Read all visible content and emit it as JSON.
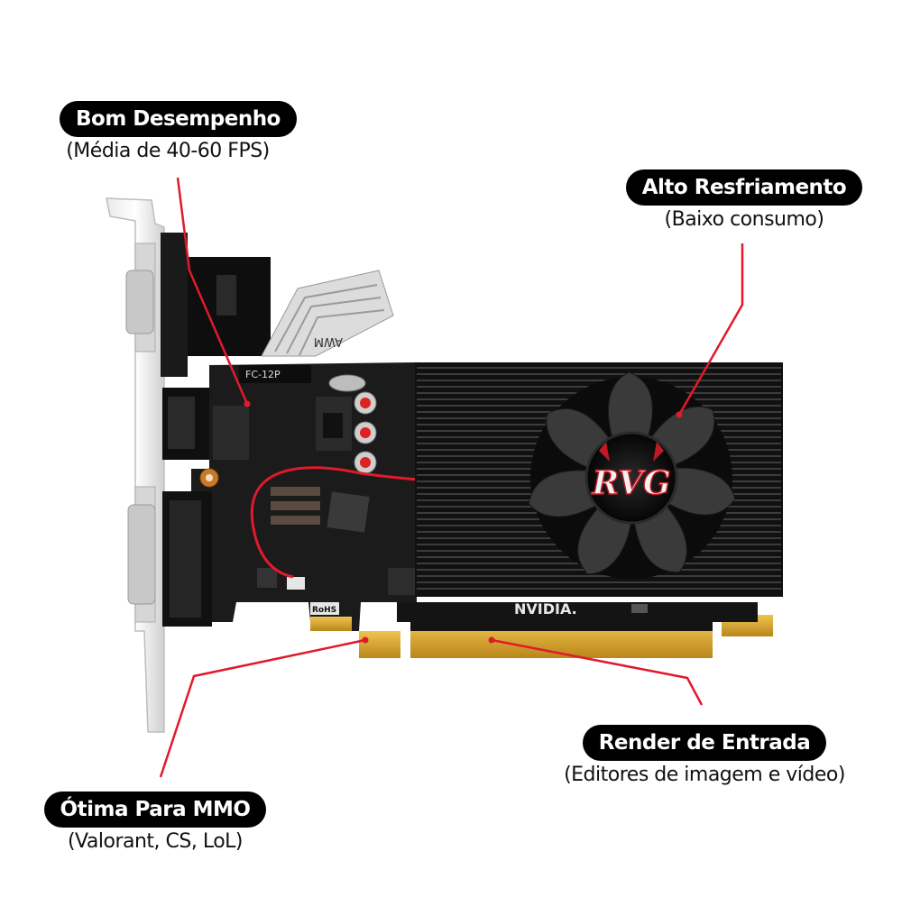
{
  "product": {
    "board_label": "RVG",
    "brand_label": "NVIDIA.",
    "cable_label": "AWM",
    "connector_label": "FC-12P",
    "compliance_label": "RoHS"
  },
  "callouts": [
    {
      "title": "Bom Desempenho",
      "subtitle": "(Média de 40-60 FPS)"
    },
    {
      "title": "Alto Resfriamento",
      "subtitle": "(Baixo consumo)"
    },
    {
      "title": "Render de Entrada",
      "subtitle": "(Editores de imagem e vídeo)"
    },
    {
      "title": "Ótima Para MMO",
      "subtitle": "(Valorant, CS, LoL)"
    }
  ],
  "colors": {
    "accent": "#e01a2b",
    "pill_background": "#000000",
    "pcb": "#1b1b1b",
    "heatsink": "#161616",
    "gold_contacts": "#d9a52a"
  }
}
